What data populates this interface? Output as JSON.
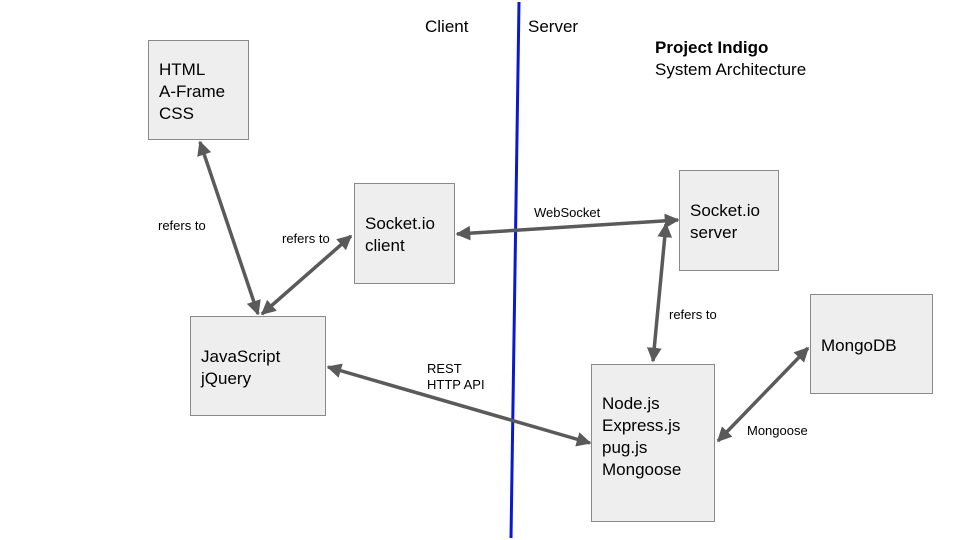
{
  "header": {
    "client_label": "Client",
    "server_label": "Server",
    "title": "Project Indigo",
    "subtitle": "System Architecture"
  },
  "nodes": {
    "html": {
      "lines": [
        "HTML",
        "A-Frame",
        "CSS"
      ]
    },
    "socket_client": {
      "lines": [
        "Socket.io",
        "client"
      ]
    },
    "javascript": {
      "lines": [
        "JavaScript",
        "jQuery"
      ]
    },
    "socket_server": {
      "lines": [
        "Socket.io",
        "server"
      ]
    },
    "node": {
      "lines": [
        "Node.js",
        "Express.js",
        "pug.js",
        "Mongoose"
      ]
    },
    "mongodb": {
      "lines": [
        "MongoDB"
      ]
    }
  },
  "edges": {
    "refers_to_1": "refers to",
    "refers_to_2": "refers to",
    "websocket": "WebSocket",
    "refers_to_3": "refers to",
    "rest_line1": "REST",
    "rest_line2": "HTTP API",
    "mongoose": "Mongoose"
  },
  "colors": {
    "divider": "#0a18d0",
    "arrow": "#5a5a5a",
    "box_fill": "#eeeeee",
    "box_border": "#8a8a8a"
  }
}
